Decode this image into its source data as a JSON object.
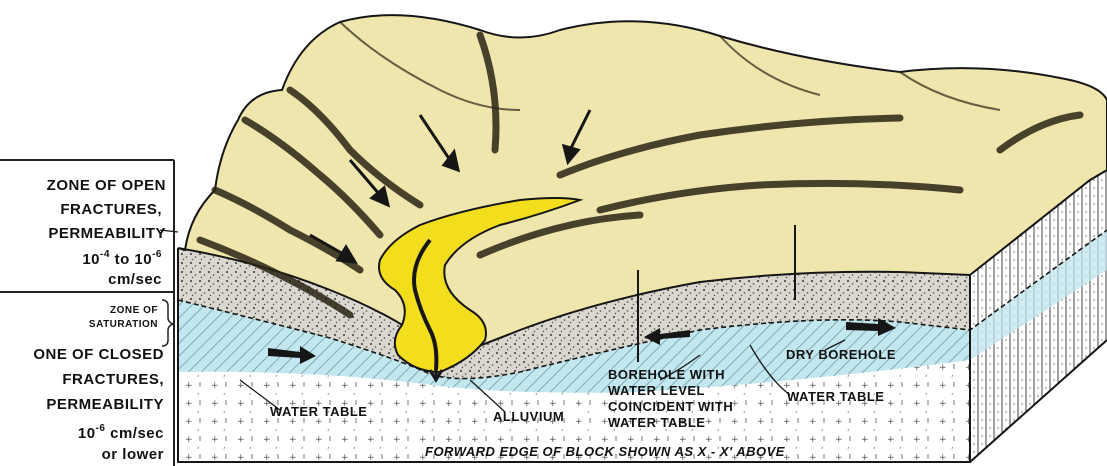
{
  "labels": {
    "open_zone": {
      "line1": "ZONE OF OPEN",
      "line2": "FRACTURES,",
      "line3": "PERMEABILITY",
      "line4_a": "10",
      "line4_a_exp": "-4",
      "line4_b": " to 10",
      "line4_b_exp": "-6",
      "line5": "cm/sec"
    },
    "saturation": {
      "line1": "ZONE OF",
      "line2": "SATURATION"
    },
    "closed_zone": {
      "line1": "ONE OF CLOSED",
      "line2": "FRACTURES,",
      "line3": "PERMEABILITY",
      "line4_a": "10",
      "line4_a_exp": "-6",
      "line4_b": " cm/sec",
      "line5": "or lower"
    },
    "water_table_left": "WATER TABLE",
    "alluvium": "ALLUVIUM",
    "borehole": {
      "line1": "BOREHOLE WITH",
      "line2": "WATER LEVEL",
      "line3": "COINCIDENT WITH",
      "line4": "WATER TABLE"
    },
    "dry_borehole": "DRY BOREHOLE",
    "water_table_right": "WATER TABLE",
    "forward_edge": "FORWARD EDGE OF BLOCK SHOWN AS X - X' ABOVE"
  },
  "colors": {
    "hills": "#efe6ad",
    "hills_shadow": "#2a2414",
    "alluvium": "#f2de1c",
    "saturation": "#bfe6ee",
    "rock_speckle": "#8a8a80",
    "outline": "#161616"
  }
}
